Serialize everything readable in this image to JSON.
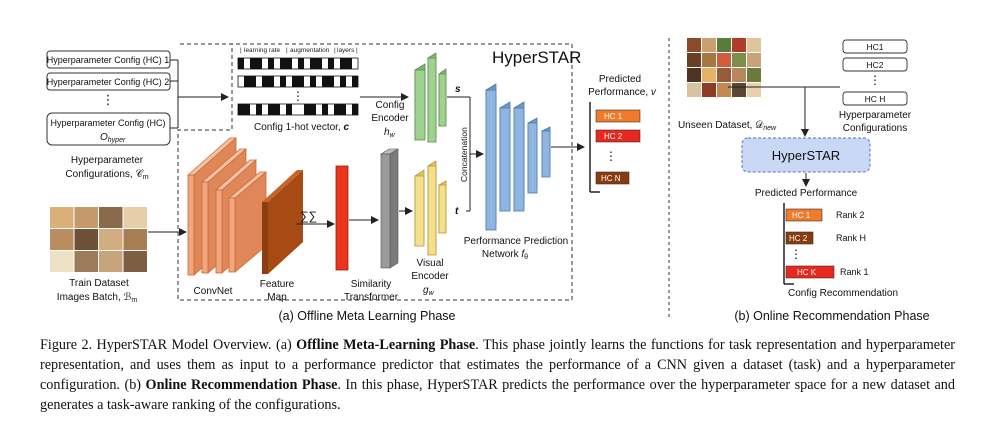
{
  "offline": {
    "hc_boxes": [
      "Hyperparameter Config (HC) 1",
      "Hyperparameter Config (HC) 2"
    ],
    "hc_dots": "⋮",
    "hc_hyper_line1": "Hyperparameter Config (HC)",
    "hc_hyper_line2": "O",
    "hc_hyper_sub": "hyper",
    "hp_configs_line1": "Hyperparameter",
    "hp_configs_line2": "Configurations, 𝒞",
    "hp_configs_sub": "m",
    "onehot_headers": [
      "learning rate",
      "augmentation",
      "layers"
    ],
    "onehot_label": "Config 1-hot vector, ",
    "onehot_symbol": "c",
    "hyperstar_title": "HyperSTAR",
    "config_encoder_l1": "Config",
    "config_encoder_l2": "Encoder",
    "config_encoder_sym": "h",
    "config_encoder_sub": "w",
    "s_label": "s",
    "t_label": "t",
    "concat_label": "Concatenation",
    "predicted_perf_l1": "Predicted",
    "predicted_perf_l2": "Performance, ",
    "predicted_perf_sym": "v",
    "pred_hc": [
      "HC 1",
      "HC 2",
      "HC N"
    ],
    "pred_dots": "⋮",
    "ppn_l1": "Performance Prediction",
    "ppn_l2": "Network ",
    "ppn_sym": "f",
    "ppn_sub": "θ",
    "sum_label": "∑∑",
    "train_l1": "Train Dataset",
    "train_l2": "Images Batch, ℬ",
    "train_sub": "m",
    "convnet_label": "ConvNet",
    "feature_l1": "Feature",
    "feature_l2": "Map",
    "similarity_l1": "Similarity",
    "similarity_l2": "Transformer",
    "visual_l1": "Visual",
    "visual_l2": "Encoder",
    "visual_sym": "g",
    "visual_sub": "w",
    "phase_label": "(a) Offline Meta Learning Phase"
  },
  "online": {
    "hc_list": [
      "HC1",
      "HC2",
      "HC H"
    ],
    "hc_dots": "⋮",
    "unseen_l1": "Unseen Dataset, 𝒟",
    "unseen_sub": "new",
    "hp_l1": "Hyperparameter",
    "hp_l2": "Configurations",
    "hyperstar_box": "HyperSTAR",
    "predicted_perf": "Predicted Performance",
    "rank_hc": [
      "HC 1",
      "HC 2",
      "HC K"
    ],
    "rank_labels": [
      "Rank 2",
      "Rank H",
      "Rank 1"
    ],
    "rank_dots": "⋮",
    "config_rec": "Config Recommendation",
    "phase_label": "(b) Online Recommendation Phase"
  },
  "colors": {
    "orange": "#f07b2a",
    "red": "#e8281e",
    "brown": "#8b3a10",
    "convnet": "#f2a67d",
    "feature": "#a84a13",
    "similarity_red": "#e8351c",
    "gray": "#9a9a9a",
    "green": "#9fd28f",
    "yellow": "#f4e08a",
    "blue": "#8fb6e0",
    "hyperstar_box": "#c9d8f4"
  },
  "caption": {
    "prefix": "Figure 2. HyperSTAR Model Overview. (a) ",
    "bold1": "Offline Meta-Learning Phase",
    "mid1": ". This phase jointly learns the functions for task representation and hyperparameter representation, and uses them as input to a performance predictor that estimates the performance of a CNN given a dataset (task) and a hyperparameter configuration. (b) ",
    "bold2": "Online Recommendation Phase",
    "suffix": ". In this phase, HyperSTAR predicts the performance over the hyperparameter space for a new dataset and generates a task-aware ranking of the configurations."
  }
}
